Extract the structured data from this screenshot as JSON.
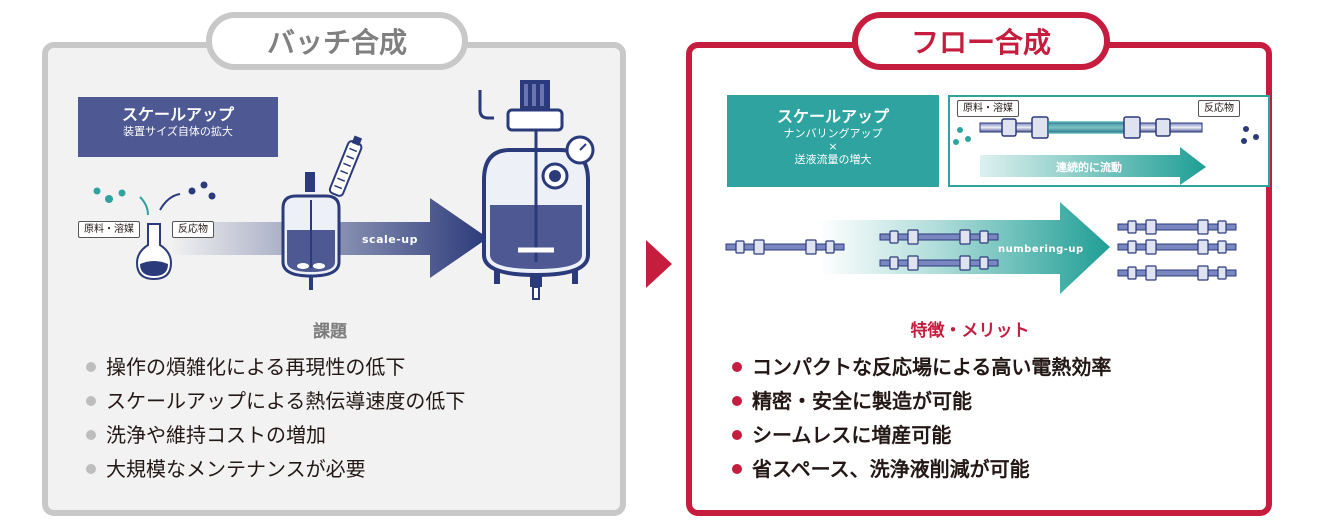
{
  "batch": {
    "title": "バッチ合成",
    "badge": {
      "title": "スケールアップ",
      "subtitle": "装置サイズ自体の拡大"
    },
    "raw_label": "原料・溶媒",
    "product_label": "反応物",
    "arrow_label": "scale-up",
    "list_heading": "課題",
    "items": [
      "操作の煩雑化による再現性の低下",
      "スケールアップによる熱伝導速度の低下",
      "洗浄や維持コストの増加",
      "大規模なメンテナンスが必要"
    ],
    "colors": {
      "border": "#c8c8c8",
      "badge": "#4e5892",
      "arrow": "#2b3a7a"
    }
  },
  "flow": {
    "title": "フロー合成",
    "badge": {
      "title": "スケールアップ",
      "line1": "ナンバリングアップ",
      "line2": "×",
      "line3": "送液流量の増大"
    },
    "schematic": {
      "raw_label": "原料・溶媒",
      "product_label": "反応物",
      "arrow_label": "連続的に流動"
    },
    "arrow_label": "numbering-up",
    "list_heading": "特徴・メリット",
    "items": [
      "コンパクトな反応場による高い電熱効率",
      "精密・安全に製造が可能",
      "シームレスに増産可能",
      "省スペース、洗浄液削減が可能"
    ],
    "colors": {
      "border": "#c61c3e",
      "badge": "#2ea39f",
      "arrow": "#1f9e95"
    }
  }
}
